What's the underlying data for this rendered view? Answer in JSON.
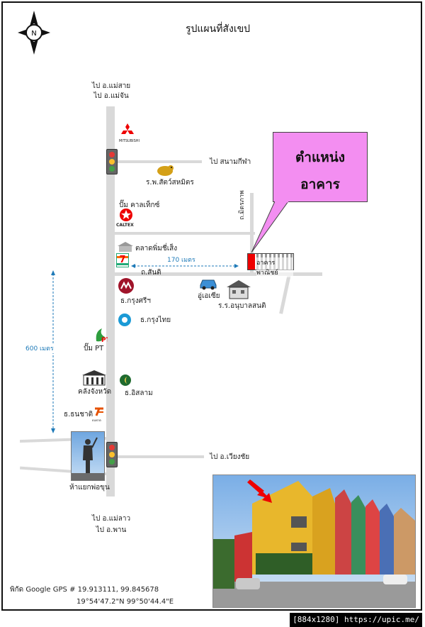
{
  "map": {
    "title": "รูปแผนที่สังเขป",
    "compass_label": "N",
    "north_road": {
      "line1": "ไป อ.แม่สาย",
      "line2": "ไป อ.แม่จัน"
    },
    "south_road": {
      "line1": "ไป อ.แม่ลาว",
      "line2": "ไป อ.พาน"
    },
    "labels": {
      "stadium": "ไป สนามกีฬา",
      "hospital": "ร.พ.สัตว์สหมิตร",
      "caltex_pump": "ปั๊ม คาลเท็กซ์",
      "caltex_sign": "CALTEX",
      "mitsubishi": "MITSUBISHI",
      "market": "ตลาดพิ่มชี่เส็ง",
      "seven_eleven": "7",
      "distance_170": "170 เมตร",
      "sanit_road": "ถ.สันติ",
      "mittraphap_road": "ถ.มิตรภาพ",
      "building_label": "อาคารพาณิชย์",
      "krungsri": "ธ.กรุงศรีฯ",
      "uozier": "อู่เอเซีย",
      "kindergarten": "ร.ร.อนุบาลสนติ",
      "krungthai": "ธ.กรุงไทย",
      "pt_pump": "ปั๊ม PT",
      "pt_sign": "PT",
      "distance_600": "600 เมตร",
      "treasury": "คลังจังหวัด",
      "islamic_bank": "ธ.อิสลาม",
      "thanachart": "ธ.ธนชาติ",
      "thanachart_logo": "ธนชาต",
      "wiang_chai": "ไป อ.เวียงชัย",
      "phokhun": "ห้าแยกพ่อขุน"
    },
    "callout": {
      "line1": "ตำแหน่ง",
      "line2": "อาคาร"
    },
    "gps": {
      "line1": "พิกัด Google GPS # 19.913111, 99.845678",
      "line2": "19°54'47.2\"N 99°50'44.4\"E"
    }
  },
  "colors": {
    "road": "#d9d9d9",
    "callout": "#f38ef1",
    "arrow": "#1e7ab8",
    "marker": "#e00000"
  },
  "icons": [
    "compass-icon",
    "mitsubishi-logo-icon",
    "traffic-light-icon",
    "dog-icon",
    "caltex-logo-icon",
    "seven-eleven-logo-icon",
    "krungsri-logo-icon",
    "car-icon",
    "house-icon",
    "krungthai-logo-icon",
    "pt-logo-icon",
    "treasury-building-icon",
    "islamic-bank-logo-icon",
    "thanachart-logo-icon",
    "statue-photo",
    "building-photo",
    "red-arrow-icon"
  ],
  "watermark": "[884x1280] https://upic.me/"
}
